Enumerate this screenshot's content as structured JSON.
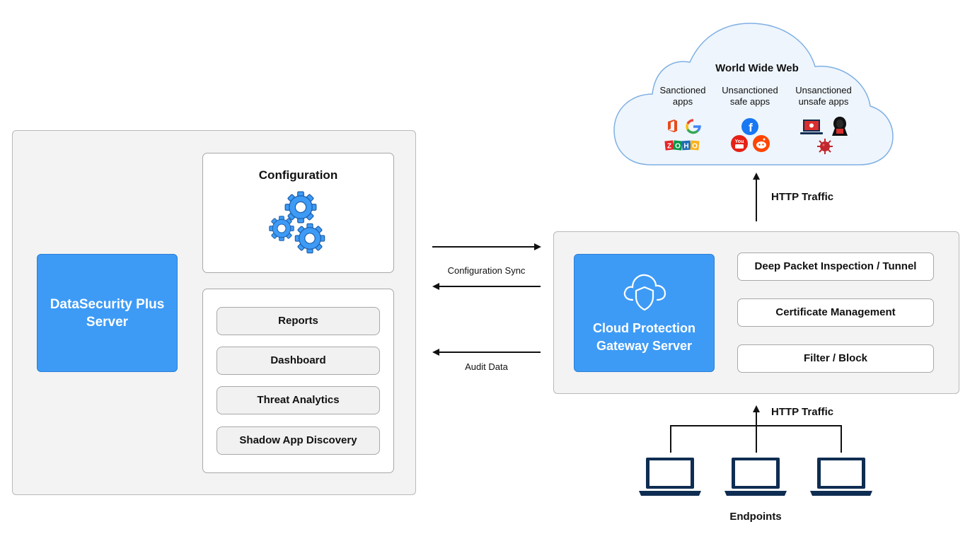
{
  "left_panel": {
    "server_label_line1": "DataSecurity Plus",
    "server_label_line2": "Server",
    "configuration_title": "Configuration",
    "modules": [
      "Reports",
      "Dashboard",
      "Threat Analytics",
      "Shadow App Discovery"
    ]
  },
  "connections": {
    "config_sync_label": "Configuration Sync",
    "audit_data_label": "Audit Data"
  },
  "gateway": {
    "label_line1": "Cloud Protection",
    "label_line2": "Gateway Server",
    "features": [
      "Deep Packet Inspection / Tunnel",
      "Certificate Management",
      "Filter / Block"
    ]
  },
  "web": {
    "title": "World Wide Web",
    "groups": [
      {
        "line1": "Sanctioned",
        "line2": "apps"
      },
      {
        "line1": "Unsanctioned",
        "line2": "safe apps"
      },
      {
        "line1": "Unsanctioned",
        "line2": "unsafe apps"
      }
    ],
    "zoho_letters": [
      "Z",
      "O",
      "H",
      "O"
    ],
    "google_letter": "G",
    "facebook_letter": "f",
    "youtube_text": "You"
  },
  "traffic": {
    "top_label": "HTTP Traffic",
    "bottom_label": "HTTP Traffic"
  },
  "endpoints": {
    "label": "Endpoints"
  },
  "colors": {
    "accent_blue": "#3d9bf6",
    "navy": "#0f2d52",
    "panel_bg": "#f3f3f3",
    "cloud_bg": "#eef5fd"
  }
}
